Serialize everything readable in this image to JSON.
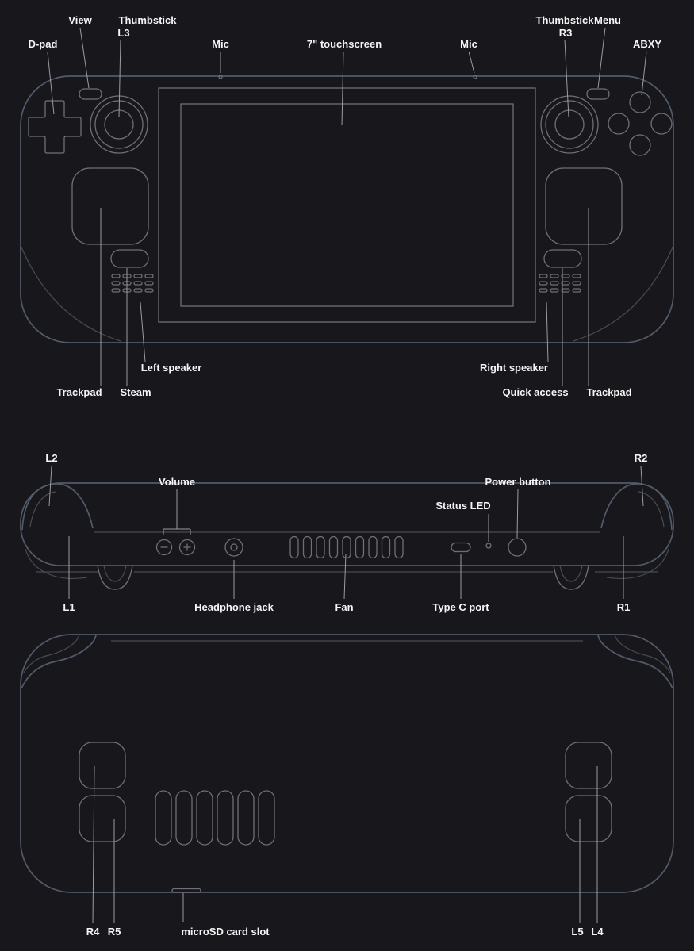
{
  "colors": {
    "background": "#18181c",
    "body_outline": "#525b6b",
    "detail_outline": "#6f6f77",
    "leader_line": "#9b9ba1",
    "label_text": "#f5f5f5"
  },
  "front_view": {
    "labels": {
      "d_pad": "D-pad",
      "view": "View",
      "thumbstick_left_line1": "Thumbstick",
      "thumbstick_left_line2": "L3",
      "mic_left": "Mic",
      "touchscreen": "7\" touchscreen",
      "mic_right": "Mic",
      "thumbstick_right_line1": "Thumbstick",
      "thumbstick_right_line2": "R3",
      "menu": "Menu",
      "abxy": "ABXY",
      "left_speaker": "Left speaker",
      "trackpad_left": "Trackpad",
      "steam": "Steam",
      "right_speaker": "Right speaker",
      "quick_access": "Quick access",
      "trackpad_right": "Trackpad"
    }
  },
  "top_view": {
    "labels": {
      "l2": "L2",
      "volume": "Volume",
      "power_button": "Power button",
      "status_led": "Status LED",
      "r2": "R2",
      "l1": "L1",
      "headphone_jack": "Headphone jack",
      "fan": "Fan",
      "type_c_port": "Type C port",
      "r1": "R1"
    }
  },
  "back_view": {
    "labels": {
      "r4": "R4",
      "r5": "R5",
      "microsd": "microSD card slot",
      "l5": "L5",
      "l4": "L4"
    }
  }
}
